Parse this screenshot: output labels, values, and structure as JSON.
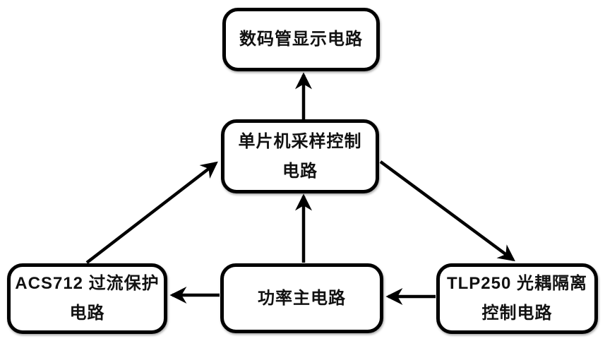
{
  "diagram": {
    "colors": {
      "background": "#ffffff",
      "stroke": "#000000",
      "node_fill": "#ffffff"
    },
    "nodes": {
      "display": {
        "lines": [
          "数码管显示电路"
        ]
      },
      "mcu": {
        "lines": [
          "单片机采样控制",
          "电路"
        ]
      },
      "acs712": {
        "lines": [
          "ACS712 过流保护",
          "电路"
        ]
      },
      "power": {
        "lines": [
          "功率主电路"
        ]
      },
      "tlp250": {
        "lines": [
          "TLP250 光耦隔离",
          "控制电路"
        ]
      }
    },
    "edges": [
      {
        "from": "mcu",
        "to": "display"
      },
      {
        "from": "power",
        "to": "mcu"
      },
      {
        "from": "acs712",
        "to": "mcu"
      },
      {
        "from": "mcu",
        "to": "tlp250"
      },
      {
        "from": "power",
        "to": "acs712"
      },
      {
        "from": "tlp250",
        "to": "power"
      }
    ]
  }
}
